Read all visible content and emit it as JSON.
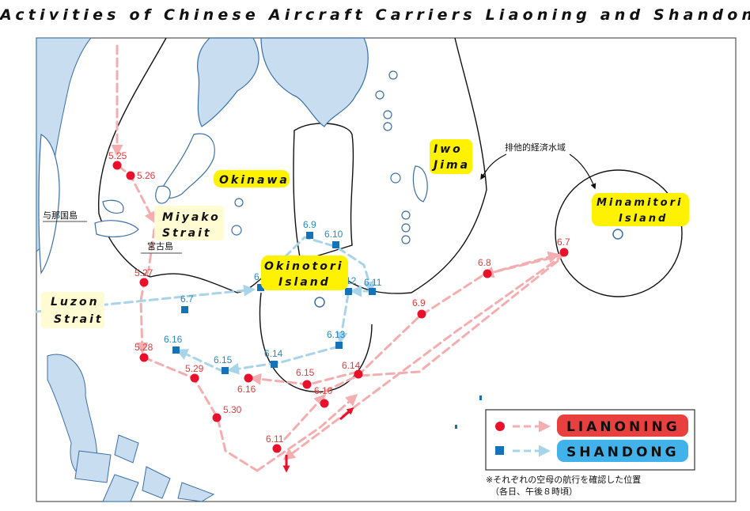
{
  "title": "Activities of Chinese Aircraft Carriers Liaoning and Shandong",
  "labels": {
    "okinawa": "Okinawa",
    "miyako_line1": "Miyako",
    "miyako_line2": "Strait",
    "iwo_line1": "Iwo",
    "iwo_line2": "Jima",
    "minamitori_line1": "Minamitori",
    "minamitori_line2": "Island",
    "okinotori_line1": "Okinotori",
    "okinotori_line2": "Island",
    "luzon_line1": "Luzon",
    "luzon_line2": "Strait",
    "yonaguni": "与那国島",
    "miyakojima": "宮古島",
    "eez": "排他的経済水域"
  },
  "liaoning_dates": [
    "5.25",
    "5.26",
    "5.27",
    "5.28",
    "5.29",
    "5.30",
    "6.7",
    "6.8",
    "6.9",
    "6.14",
    "6.15",
    "6.16",
    "6.10",
    "6.11"
  ],
  "shandong_dates": [
    "6.9",
    "6.10",
    "6.12",
    "6.11",
    "6.8",
    "6.7",
    "6.13",
    "6.14",
    "6.15",
    "6.16"
  ],
  "legend": {
    "liaoning": "LIANONING",
    "shandong": "SHANDONG",
    "liaoning_color": "#e8403f",
    "shandong_color": "#41b3ea"
  },
  "note_line1": "※それぞれの空母の航行を確認した位置",
  "note_line2": "（各日、午後８時頃）",
  "colors": {
    "liaoning_marker": "#e8102a",
    "liaoning_path": "#f4aeb0",
    "shandong_marker": "#1672b8",
    "shandong_path": "#a8d4ea",
    "highlight": "#fff200",
    "highlight_soft": "#fffbd2"
  }
}
